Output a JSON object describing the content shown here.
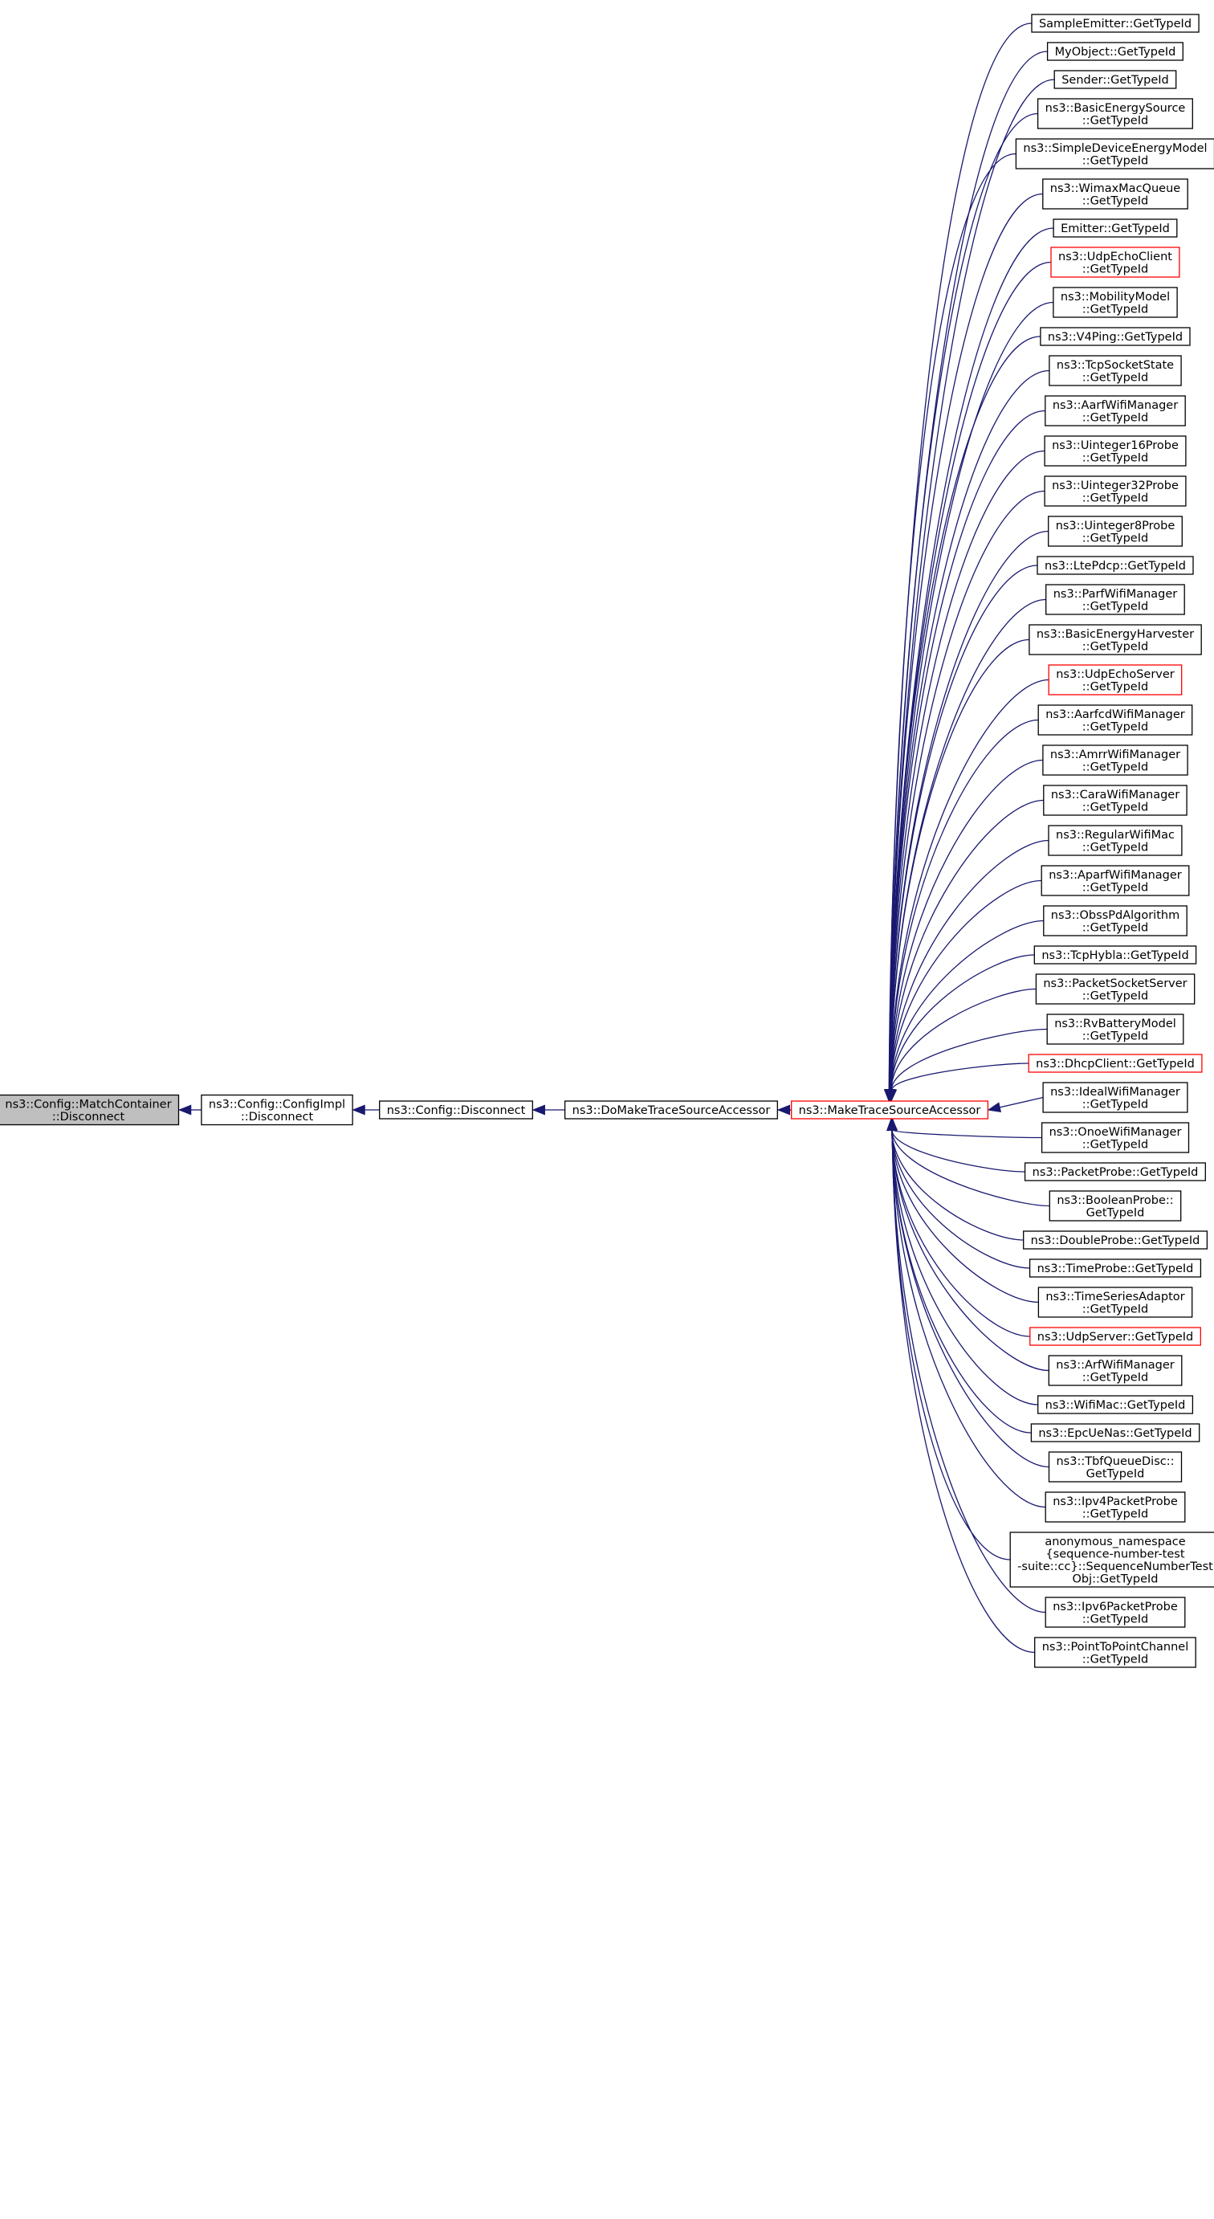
{
  "diagram": {
    "chain": [
      {
        "id": "match-container-disconnect",
        "lines": [
          "ns3::Config::MatchContainer",
          "::Disconnect"
        ],
        "style": "focus"
      },
      {
        "id": "config-impl-disconnect",
        "lines": [
          "ns3::Config::ConfigImpl",
          "::Disconnect"
        ],
        "style": "normal"
      },
      {
        "id": "config-disconnect",
        "lines": [
          "ns3::Config::Disconnect"
        ],
        "style": "normal"
      },
      {
        "id": "do-make-trace-source-accessor",
        "lines": [
          "ns3::DoMakeTraceSourceAccessor"
        ],
        "style": "normal"
      },
      {
        "id": "make-trace-source-accessor",
        "lines": [
          "ns3::MakeTraceSourceAccessor"
        ],
        "style": "red"
      }
    ],
    "callers": [
      {
        "lines": [
          "SampleEmitter::GetTypeId"
        ],
        "style": "normal"
      },
      {
        "lines": [
          "MyObject::GetTypeId"
        ],
        "style": "normal"
      },
      {
        "lines": [
          "Sender::GetTypeId"
        ],
        "style": "normal"
      },
      {
        "lines": [
          "ns3::BasicEnergySource",
          "::GetTypeId"
        ],
        "style": "normal"
      },
      {
        "lines": [
          "ns3::SimpleDeviceEnergyModel",
          "::GetTypeId"
        ],
        "style": "normal"
      },
      {
        "lines": [
          "ns3::WimaxMacQueue",
          "::GetTypeId"
        ],
        "style": "normal"
      },
      {
        "lines": [
          "Emitter::GetTypeId"
        ],
        "style": "normal"
      },
      {
        "lines": [
          "ns3::UdpEchoClient",
          "::GetTypeId"
        ],
        "style": "red"
      },
      {
        "lines": [
          "ns3::MobilityModel",
          "::GetTypeId"
        ],
        "style": "normal"
      },
      {
        "lines": [
          "ns3::V4Ping::GetTypeId"
        ],
        "style": "normal"
      },
      {
        "lines": [
          "ns3::TcpSocketState",
          "::GetTypeId"
        ],
        "style": "normal"
      },
      {
        "lines": [
          "ns3::AarfWifiManager",
          "::GetTypeId"
        ],
        "style": "normal"
      },
      {
        "lines": [
          "ns3::Uinteger16Probe",
          "::GetTypeId"
        ],
        "style": "normal"
      },
      {
        "lines": [
          "ns3::Uinteger32Probe",
          "::GetTypeId"
        ],
        "style": "normal"
      },
      {
        "lines": [
          "ns3::Uinteger8Probe",
          "::GetTypeId"
        ],
        "style": "normal"
      },
      {
        "lines": [
          "ns3::LtePdcp::GetTypeId"
        ],
        "style": "normal"
      },
      {
        "lines": [
          "ns3::ParfWifiManager",
          "::GetTypeId"
        ],
        "style": "normal"
      },
      {
        "lines": [
          "ns3::BasicEnergyHarvester",
          "::GetTypeId"
        ],
        "style": "normal"
      },
      {
        "lines": [
          "ns3::UdpEchoServer",
          "::GetTypeId"
        ],
        "style": "red"
      },
      {
        "lines": [
          "ns3::AarfcdWifiManager",
          "::GetTypeId"
        ],
        "style": "normal"
      },
      {
        "lines": [
          "ns3::AmrrWifiManager",
          "::GetTypeId"
        ],
        "style": "normal"
      },
      {
        "lines": [
          "ns3::CaraWifiManager",
          "::GetTypeId"
        ],
        "style": "normal"
      },
      {
        "lines": [
          "ns3::RegularWifiMac",
          "::GetTypeId"
        ],
        "style": "normal"
      },
      {
        "lines": [
          "ns3::AparfWifiManager",
          "::GetTypeId"
        ],
        "style": "normal"
      },
      {
        "lines": [
          "ns3::ObssPdAlgorithm",
          "::GetTypeId"
        ],
        "style": "normal"
      },
      {
        "lines": [
          "ns3::TcpHybla::GetTypeId"
        ],
        "style": "normal"
      },
      {
        "lines": [
          "ns3::PacketSocketServer",
          "::GetTypeId"
        ],
        "style": "normal"
      },
      {
        "lines": [
          "ns3::RvBatteryModel",
          "::GetTypeId"
        ],
        "style": "normal"
      },
      {
        "lines": [
          "ns3::DhcpClient::GetTypeId"
        ],
        "style": "red"
      },
      {
        "lines": [
          "ns3::IdealWifiManager",
          "::GetTypeId"
        ],
        "style": "normal"
      },
      {
        "lines": [
          "ns3::OnoeWifiManager",
          "::GetTypeId"
        ],
        "style": "normal"
      },
      {
        "lines": [
          "ns3::PacketProbe::GetTypeId"
        ],
        "style": "normal"
      },
      {
        "lines": [
          "ns3::BooleanProbe::",
          "GetTypeId"
        ],
        "style": "normal"
      },
      {
        "lines": [
          "ns3::DoubleProbe::GetTypeId"
        ],
        "style": "normal"
      },
      {
        "lines": [
          "ns3::TimeProbe::GetTypeId"
        ],
        "style": "normal"
      },
      {
        "lines": [
          "ns3::TimeSeriesAdaptor",
          "::GetTypeId"
        ],
        "style": "normal"
      },
      {
        "lines": [
          "ns3::UdpServer::GetTypeId"
        ],
        "style": "red"
      },
      {
        "lines": [
          "ns3::ArfWifiManager",
          "::GetTypeId"
        ],
        "style": "normal"
      },
      {
        "lines": [
          "ns3::WifiMac::GetTypeId"
        ],
        "style": "normal"
      },
      {
        "lines": [
          "ns3::EpcUeNas::GetTypeId"
        ],
        "style": "normal"
      },
      {
        "lines": [
          "ns3::TbfQueueDisc::",
          "GetTypeId"
        ],
        "style": "normal"
      },
      {
        "lines": [
          "ns3::Ipv4PacketProbe",
          "::GetTypeId"
        ],
        "style": "normal"
      },
      {
        "lines": [
          "anonymous_namespace",
          "{sequence-number-test",
          "-suite::cc}::SequenceNumberTest",
          "Obj::GetTypeId"
        ],
        "style": "normal"
      },
      {
        "lines": [
          "ns3::Ipv6PacketProbe",
          "::GetTypeId"
        ],
        "style": "normal"
      },
      {
        "lines": [
          "ns3::PointToPointChannel",
          "::GetTypeId"
        ],
        "style": "normal"
      }
    ]
  }
}
